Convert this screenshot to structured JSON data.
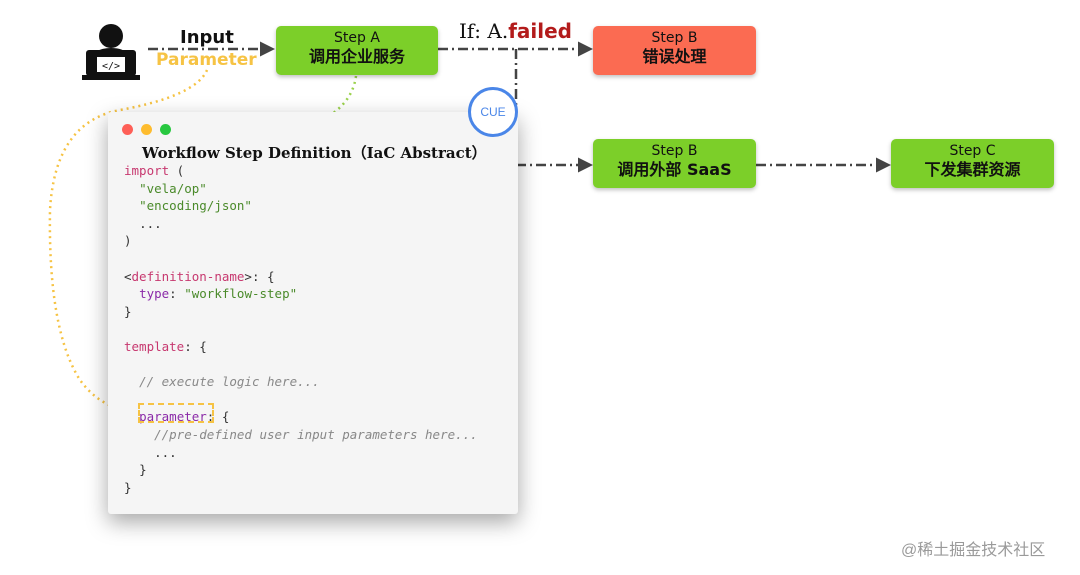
{
  "user": {
    "icon": "developer-icon",
    "input_label": "Input",
    "parameter_label": "Parameter"
  },
  "steps": {
    "step_a": {
      "title": "Step A",
      "subtitle": "调用企业服务",
      "color": "#7ccf29"
    },
    "step_b_error": {
      "title": "Step B",
      "subtitle": "错误处理",
      "color": "#fb6b52"
    },
    "step_b": {
      "title": "Step B",
      "subtitle": "调用外部 SaaS",
      "color": "#7ccf29"
    },
    "step_c": {
      "title": "Step C",
      "subtitle": "下发集群资源",
      "color": "#7ccf29"
    }
  },
  "condition": {
    "prefix": "If: A.",
    "failed": "failed"
  },
  "panel": {
    "title": "Workflow Step Definition（IaC Abstract）",
    "badge": "CUE",
    "code": {
      "import_kw": "import",
      "open_paren": " (",
      "imp1": "\"vela/op\"",
      "imp2": "\"encoding/json\"",
      "ellipsis": "...",
      "close_paren": ")",
      "def_open": "<",
      "def_name": "definition-name",
      "def_close": ">: {",
      "type_kw": "type",
      "type_colon": ": ",
      "type_val": "\"workflow-step\"",
      "close_brace": "}",
      "template_kw": "template",
      "template_rest": ": {",
      "comment1": "// execute logic here...",
      "parameter_kw": "parameter",
      "parameter_rest": ": {",
      "comment2": "//pre-defined user input parameters here..."
    }
  },
  "watermark": "@稀土掘金技术社区"
}
